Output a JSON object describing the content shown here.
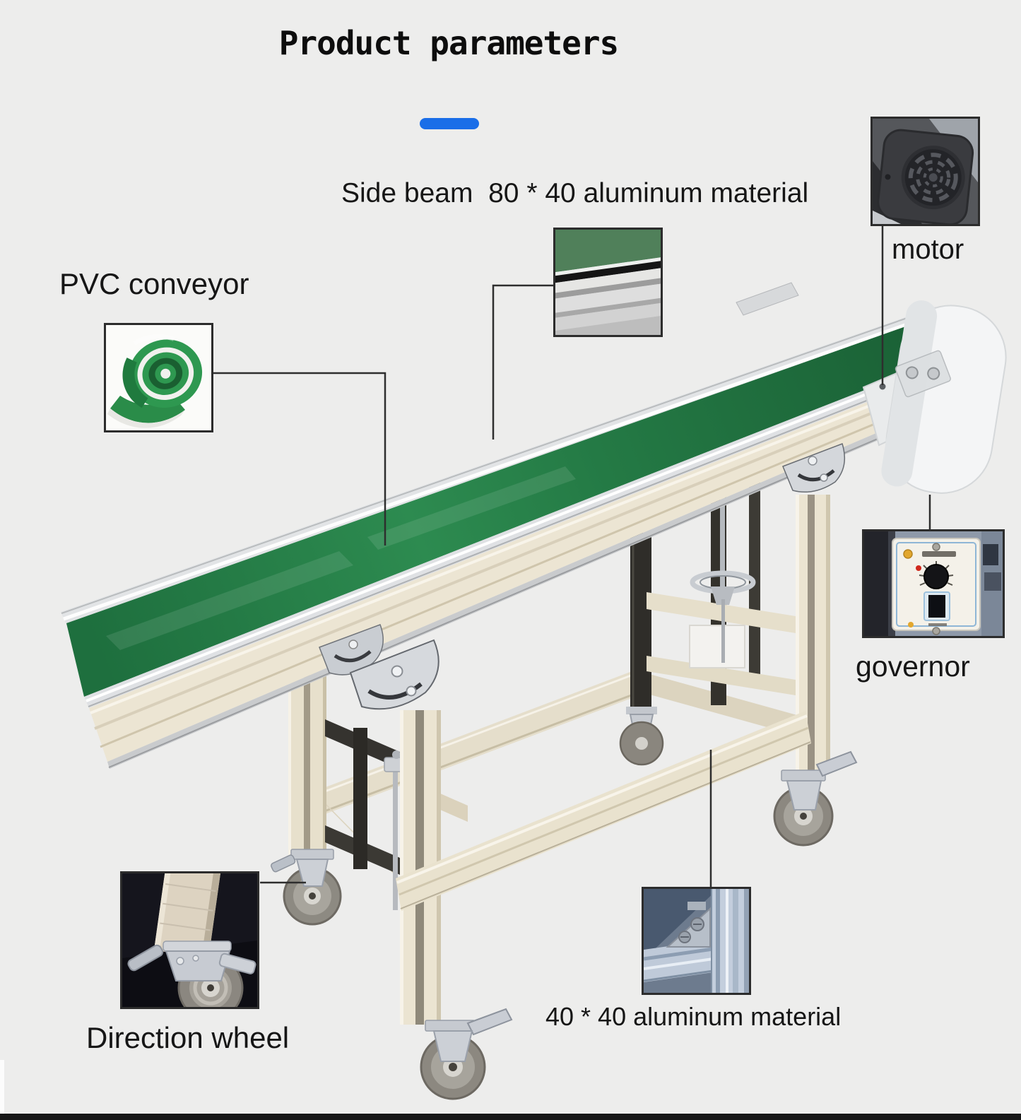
{
  "title": {
    "text": "Product parameters"
  },
  "accent": {
    "underline_color": "#1a6ee8"
  },
  "callouts": {
    "side_beam": "Side beam  80 * 40 aluminum material",
    "motor": "motor",
    "pvc_conveyor": "PVC conveyor",
    "governor": "governor",
    "direction_wheel": "Direction wheel",
    "aluminum_40": "40 * 40 aluminum material"
  },
  "machine": {
    "belt_color": "#237a44",
    "frame_color": "#ebe4d1",
    "drum_color": "#f4f5f6",
    "background": "#ededec"
  }
}
